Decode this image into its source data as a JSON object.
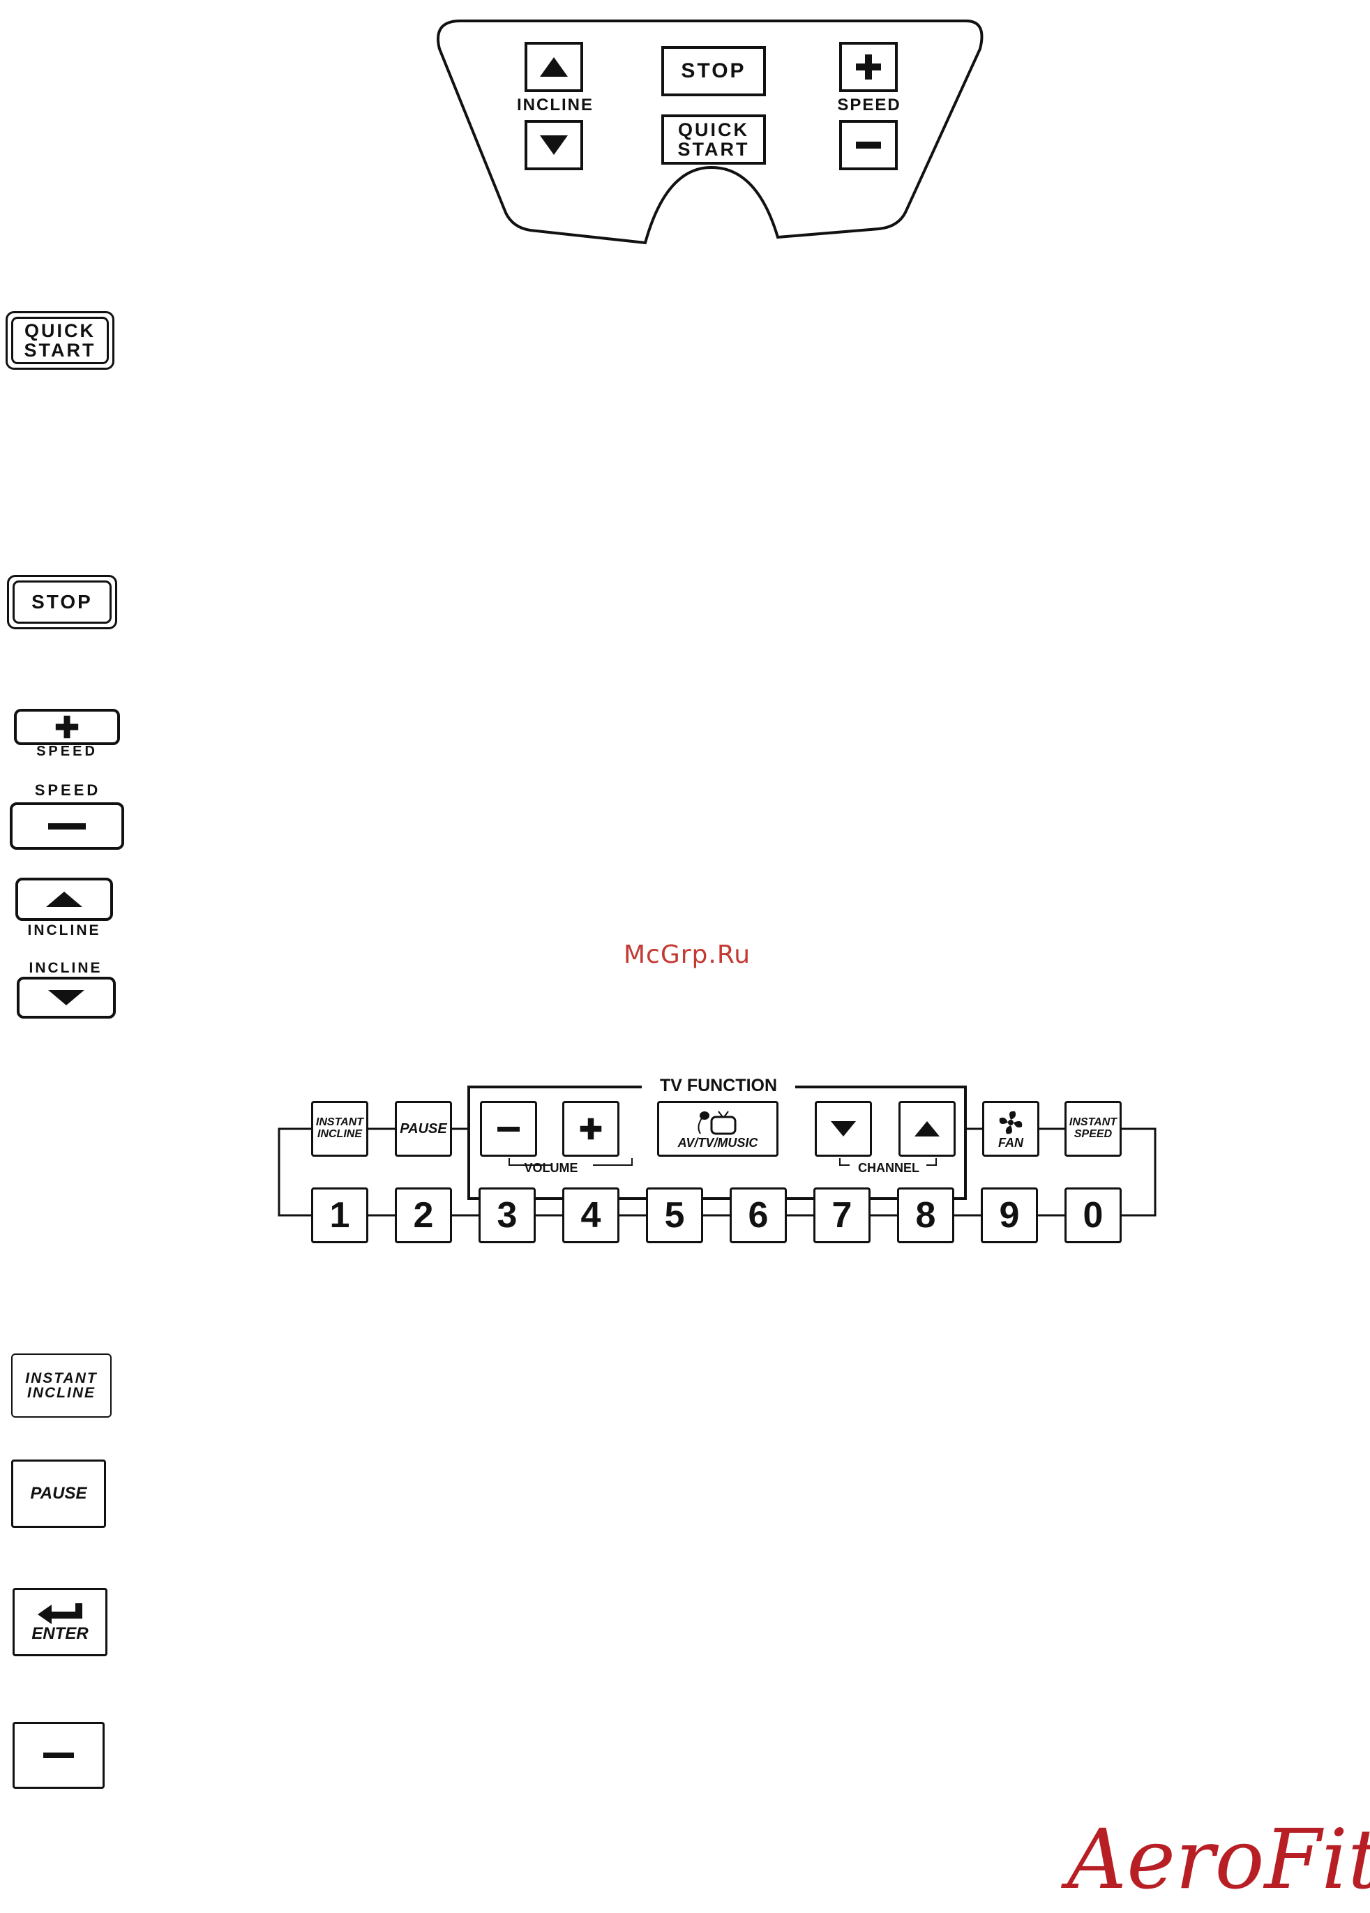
{
  "console": {
    "incline_label": "INCLINE",
    "speed_label": "SPEED",
    "stop_label": "STOP",
    "quick_start_line1": "QUICK",
    "quick_start_line2": "START",
    "icons": [
      "incline-up-icon",
      "incline-down-icon",
      "speed-plus-icon",
      "speed-minus-icon"
    ]
  },
  "side_keys": {
    "quick_start_line1": "QUICK",
    "quick_start_line2": "START",
    "stop": "STOP",
    "speed_up_label": "SPEED",
    "speed_down_label": "SPEED",
    "incline_up_label": "INCLINE",
    "incline_down_label": "INCLINE"
  },
  "watermark": "McGrp.Ru",
  "tv_panel": {
    "title": "TV FUNCTION",
    "instant_incline_line1": "INSTANT",
    "instant_incline_line2": "INCLINE",
    "pause": "PAUSE",
    "volume_label": "VOLUME",
    "channel_label": "CHANNEL",
    "av_label": "AV/TV/MUSIC",
    "fan_label": "FAN",
    "instant_speed_line1": "INSTANT",
    "instant_speed_line2": "SPEED",
    "numbers": [
      "1",
      "2",
      "3",
      "4",
      "5",
      "6",
      "7",
      "8",
      "9",
      "0"
    ],
    "icons": [
      "volume-minus-icon",
      "volume-plus-icon",
      "tv-icon",
      "channel-down-icon",
      "channel-up-icon",
      "fan-icon"
    ]
  },
  "bottom_keys": {
    "instant_incline_line1": "INSTANT",
    "instant_incline_line2": "INCLINE",
    "pause": "PAUSE",
    "enter": "ENTER",
    "icons": [
      "enter-arrow-icon",
      "minus-icon"
    ]
  },
  "brand": "AeroFit",
  "colors": {
    "ink": "#111111",
    "watermark": "#c23a33",
    "brand": "#b81f25"
  }
}
